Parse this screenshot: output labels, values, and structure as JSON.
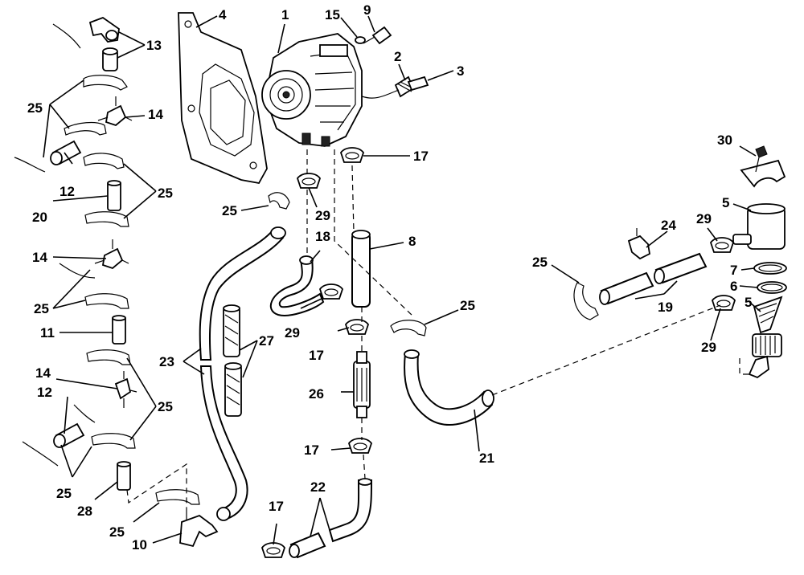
{
  "callouts": [
    {
      "id": "c1",
      "text": "1"
    },
    {
      "id": "c2",
      "text": "2"
    },
    {
      "id": "c3",
      "text": "3"
    },
    {
      "id": "c4",
      "text": "4"
    },
    {
      "id": "c5a",
      "text": "5"
    },
    {
      "id": "c5b",
      "text": "5"
    },
    {
      "id": "c6",
      "text": "6"
    },
    {
      "id": "c7",
      "text": "7"
    },
    {
      "id": "c8",
      "text": "8"
    },
    {
      "id": "c9",
      "text": "9"
    },
    {
      "id": "c10",
      "text": "10"
    },
    {
      "id": "c11",
      "text": "11"
    },
    {
      "id": "c12a",
      "text": "12"
    },
    {
      "id": "c12b",
      "text": "12"
    },
    {
      "id": "c13",
      "text": "13"
    },
    {
      "id": "c14a",
      "text": "14"
    },
    {
      "id": "c14b",
      "text": "14"
    },
    {
      "id": "c14c",
      "text": "14"
    },
    {
      "id": "c15",
      "text": "15"
    },
    {
      "id": "c17a",
      "text": "17"
    },
    {
      "id": "c17b",
      "text": "17"
    },
    {
      "id": "c17c",
      "text": "17"
    },
    {
      "id": "c17d",
      "text": "17"
    },
    {
      "id": "c18",
      "text": "18"
    },
    {
      "id": "c19",
      "text": "19"
    },
    {
      "id": "c20",
      "text": "20"
    },
    {
      "id": "c21",
      "text": "21"
    },
    {
      "id": "c22",
      "text": "22"
    },
    {
      "id": "c23",
      "text": "23"
    },
    {
      "id": "c24",
      "text": "24"
    },
    {
      "id": "c25a",
      "text": "25"
    },
    {
      "id": "c25b",
      "text": "25"
    },
    {
      "id": "c25c",
      "text": "25"
    },
    {
      "id": "c25d",
      "text": "25"
    },
    {
      "id": "c25e",
      "text": "25"
    },
    {
      "id": "c25f",
      "text": "25"
    },
    {
      "id": "c25g",
      "text": "25"
    },
    {
      "id": "c25h",
      "text": "25"
    },
    {
      "id": "c25i",
      "text": "25"
    },
    {
      "id": "c26",
      "text": "26"
    },
    {
      "id": "c27",
      "text": "27"
    },
    {
      "id": "c28",
      "text": "28"
    },
    {
      "id": "c29a",
      "text": "29"
    },
    {
      "id": "c29b",
      "text": "29"
    },
    {
      "id": "c29c",
      "text": "29"
    },
    {
      "id": "c29d",
      "text": "29"
    },
    {
      "id": "c30",
      "text": "30"
    }
  ]
}
